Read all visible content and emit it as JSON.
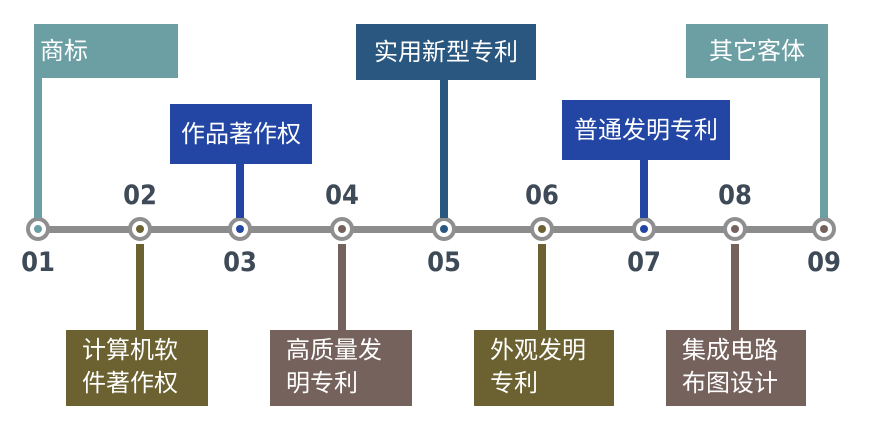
{
  "colors": {
    "teal": "#6b9fa4",
    "blue": "#2346a4",
    "navy": "#2a5780",
    "olive": "#6b6131",
    "mauve": "#75625c",
    "line": "#8c8c8c",
    "number": "#3e4a57"
  },
  "timeline": {
    "nodes": [
      {
        "number": "01",
        "label": "商标"
      },
      {
        "number": "02",
        "label_lines": [
          "计算机软",
          "件著作权"
        ]
      },
      {
        "number": "03",
        "label": "作品著作权"
      },
      {
        "number": "04",
        "label_lines": [
          "高质量发",
          "明专利"
        ]
      },
      {
        "number": "05",
        "label": "实用新型专利"
      },
      {
        "number": "06",
        "label_lines": [
          "外观发明",
          "专利"
        ]
      },
      {
        "number": "07",
        "label": "普通发明专利"
      },
      {
        "number": "08",
        "label_lines": [
          "集成电路",
          "布图设计"
        ]
      },
      {
        "number": "09",
        "label": "其它客体"
      }
    ]
  }
}
